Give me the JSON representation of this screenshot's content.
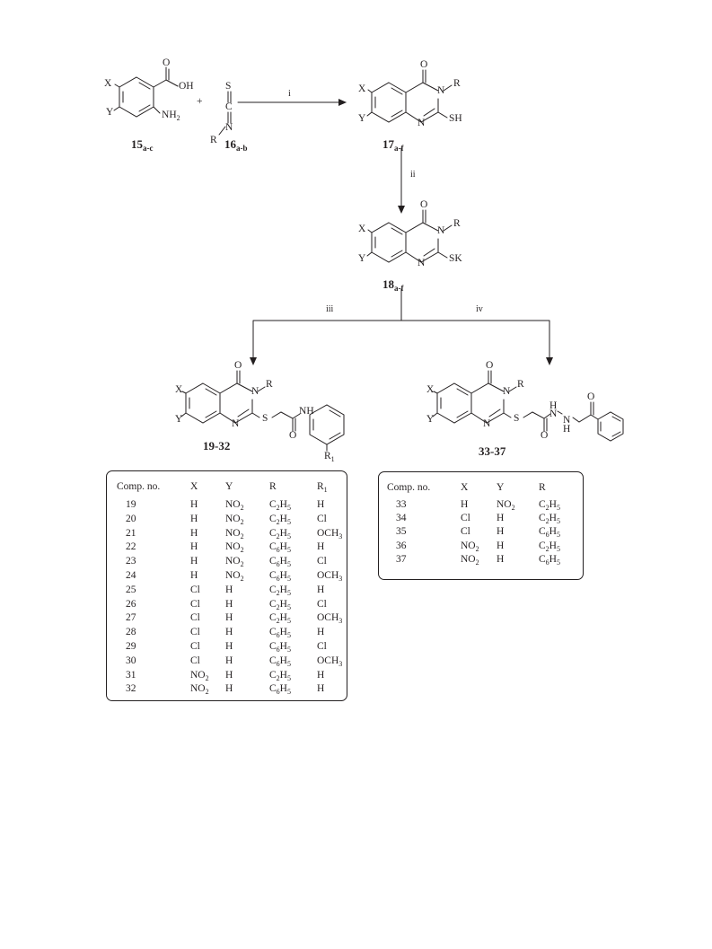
{
  "reagents": [
    "i",
    "ii",
    "iii",
    "iv"
  ],
  "plus_sign": "+",
  "compounds": {
    "c15": {
      "num": "15",
      "sub": "a-c"
    },
    "c16": {
      "num": "16",
      "sub": "a-b"
    },
    "c17": {
      "num": "17",
      "sub": "a-f"
    },
    "c18": {
      "num": "18",
      "sub": "a-f"
    },
    "c19_32": "19-32",
    "c33_37": "33-37"
  },
  "atom_labels": {
    "X": "X",
    "Y": "Y",
    "OH": "OH",
    "O": "O",
    "N": "N",
    "R": "R",
    "S": "S",
    "C": "C",
    "SH": "SH",
    "SK": "SK",
    "H": "H",
    "R1": "R"
  },
  "table1": {
    "headers": [
      "Comp. no.",
      "X",
      "Y",
      "R",
      "R1"
    ],
    "rows": [
      [
        "19",
        "H",
        "NO2",
        "C2H5",
        "H"
      ],
      [
        "20",
        "H",
        "NO2",
        "C2H5",
        "Cl"
      ],
      [
        "21",
        "H",
        "NO2",
        "C2H5",
        "OCH3"
      ],
      [
        "22",
        "H",
        "NO2",
        "C6H5",
        "H"
      ],
      [
        "23",
        "H",
        "NO2",
        "C6H5",
        "Cl"
      ],
      [
        "24",
        "H",
        "NO2",
        "C6H5",
        "OCH3"
      ],
      [
        "25",
        "Cl",
        "H",
        "C2H5",
        "H"
      ],
      [
        "26",
        "Cl",
        "H",
        "C2H5",
        "Cl"
      ],
      [
        "27",
        "Cl",
        "H",
        "C2H5",
        "OCH3"
      ],
      [
        "28",
        "Cl",
        "H",
        "C6H5",
        "H"
      ],
      [
        "29",
        "Cl",
        "H",
        "C6H5",
        "Cl"
      ],
      [
        "30",
        "Cl",
        "H",
        "C6H5",
        "OCH3"
      ],
      [
        "31",
        "NO2",
        "H",
        "C2H5",
        "H"
      ],
      [
        "32",
        "NO2",
        "H",
        "C6H5",
        "H"
      ]
    ]
  },
  "table2": {
    "headers": [
      "Comp. no.",
      "X",
      "Y",
      "R"
    ],
    "rows": [
      [
        "33",
        "H",
        "NO2",
        "C2H5"
      ],
      [
        "34",
        "Cl",
        "H",
        "C2H5"
      ],
      [
        "35",
        "Cl",
        "H",
        "C6H5"
      ],
      [
        "36",
        "NO2",
        "H",
        "C2H5"
      ],
      [
        "37",
        "NO2",
        "H",
        "C6H5"
      ]
    ]
  }
}
